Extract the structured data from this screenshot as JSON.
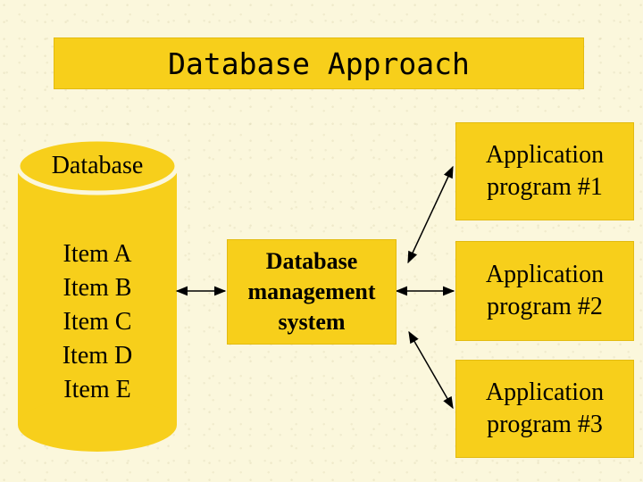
{
  "title": "Database Approach",
  "database": {
    "label": "Database",
    "items": [
      "Item A",
      "Item B",
      "Item C",
      "Item D",
      "Item E"
    ]
  },
  "dbms": {
    "lines": [
      "Database",
      "management",
      "system"
    ]
  },
  "applications": [
    {
      "lines": [
        "Application",
        "program #1"
      ]
    },
    {
      "lines": [
        "Application",
        "program #2"
      ]
    },
    {
      "lines": [
        "Application",
        "program #3"
      ]
    }
  ],
  "colors": {
    "background": "#fbf7dc",
    "box_fill": "#f7cf1b",
    "arrow": "#000000"
  }
}
